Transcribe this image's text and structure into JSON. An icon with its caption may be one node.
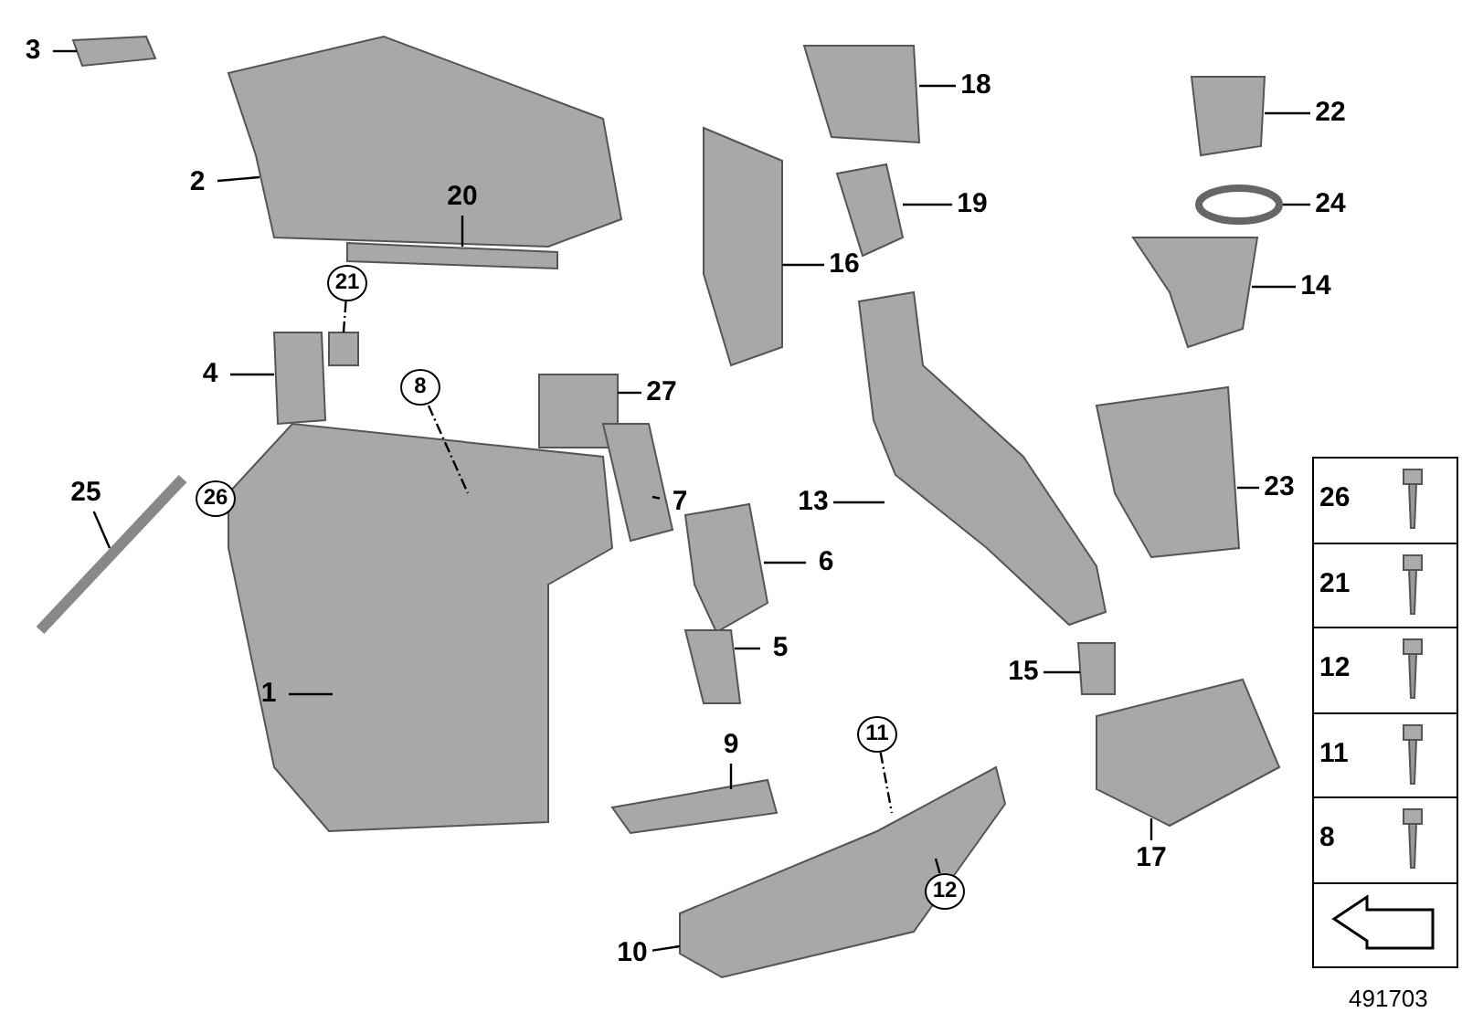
{
  "diagram": {
    "nodes": [
      {
        "text": [
          "3"
        ]
      },
      {
        "text": [
          "2"
        ]
      },
      {
        "text": [
          "18"
        ]
      },
      {
        "text": [
          "22"
        ]
      },
      {
        "text": [
          "19"
        ]
      },
      {
        "text": [
          "24"
        ]
      },
      {
        "text": [
          "21"
        ]
      },
      {
        "text": [
          "20"
        ]
      },
      {
        "text": [
          "16"
        ]
      },
      {
        "text": [
          "14"
        ]
      },
      {
        "text": [
          "4"
        ]
      },
      {
        "text": [
          "8"
        ]
      },
      {
        "text": [
          "27"
        ]
      },
      {
        "text": [
          "25"
        ]
      },
      {
        "text": [
          "26"
        ]
      },
      {
        "text": [
          "7"
        ]
      },
      {
        "text": [
          "13"
        ]
      },
      {
        "text": [
          "23"
        ]
      },
      {
        "text": [
          "6"
        ]
      },
      {
        "text": [
          "5"
        ]
      },
      {
        "text": [
          "15"
        ]
      },
      {
        "text": [
          "1"
        ]
      },
      {
        "text": [
          "9"
        ]
      },
      {
        "text": [
          "11"
        ]
      },
      {
        "text": [
          "17"
        ]
      },
      {
        "text": [
          "12"
        ]
      },
      {
        "text": [
          "10"
        ]
      }
    ],
    "edges": [
      {
        "from": 0,
        "to": null,
        "arrow": "none"
      },
      {
        "from": 1,
        "to": null,
        "arrow": "none"
      },
      {
        "from": 2,
        "to": null,
        "arrow": "none"
      },
      {
        "from": 3,
        "to": null,
        "arrow": "none"
      },
      {
        "from": 4,
        "to": null,
        "arrow": "none"
      },
      {
        "from": 5,
        "to": null,
        "arrow": "none"
      },
      {
        "from": 6,
        "to": null,
        "arrow": "none",
        "style": "dashed"
      },
      {
        "from": 7,
        "to": null,
        "arrow": "none"
      },
      {
        "from": 8,
        "to": null,
        "arrow": "none"
      },
      {
        "from": 9,
        "to": null,
        "arrow": "none"
      },
      {
        "from": 10,
        "to": null,
        "arrow": "none"
      },
      {
        "from": 11,
        "to": null,
        "arrow": "none",
        "style": "dashed"
      },
      {
        "from": 12,
        "to": null,
        "arrow": "none"
      },
      {
        "from": 13,
        "to": null,
        "arrow": "none"
      },
      {
        "from": 15,
        "to": null,
        "arrow": "none"
      },
      {
        "from": 16,
        "to": null,
        "arrow": "none"
      },
      {
        "from": 17,
        "to": null,
        "arrow": "none"
      },
      {
        "from": 18,
        "to": null,
        "arrow": "none"
      },
      {
        "from": 19,
        "to": null,
        "arrow": "none"
      },
      {
        "from": 20,
        "to": null,
        "arrow": "none"
      },
      {
        "from": 21,
        "to": null,
        "arrow": "none"
      },
      {
        "from": 22,
        "to": null,
        "arrow": "none"
      },
      {
        "from": 23,
        "to": null,
        "arrow": "none",
        "style": "dashed"
      },
      {
        "from": 24,
        "to": null,
        "arrow": "none"
      },
      {
        "from": 25,
        "to": null,
        "arrow": "none"
      },
      {
        "from": 26,
        "to": null,
        "arrow": "none"
      }
    ],
    "labels": [
      "26",
      "21",
      "12",
      "11",
      "8",
      "491703"
    ]
  }
}
